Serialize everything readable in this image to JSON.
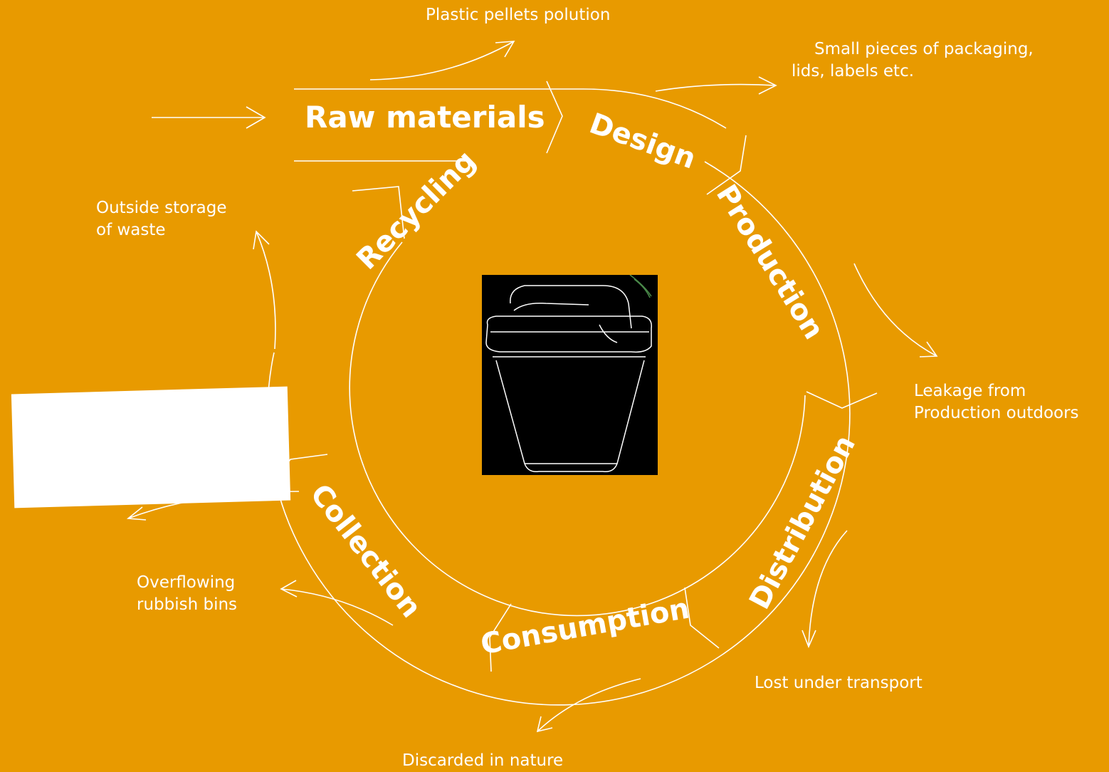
{
  "stages": {
    "raw_materials": "Raw materials",
    "design": "Design",
    "production": "Production",
    "distribution": "Distribution",
    "consumption": "Consumption",
    "collection": "Collection",
    "recycling": "Recycling"
  },
  "notes": {
    "pellets": "Plastic pellets polution",
    "packaging_1": "Small pieces of packaging,",
    "packaging_2": "lids, labels etc.",
    "storage_1": "Outside storage",
    "storage_2": "of waste",
    "leakage_1": "Leakage from",
    "leakage_2": "Production outdoors",
    "transport": "Lost under transport",
    "nature": "Discarded in nature",
    "bins_1": "Overflowing",
    "bins_2": "rubbish bins"
  },
  "colors": {
    "background": "#E89A00",
    "lines": "#FFFFFF",
    "center_image_bg": "#000000"
  },
  "icons": {
    "center": "plastic-bucket-with-lid-icon"
  }
}
